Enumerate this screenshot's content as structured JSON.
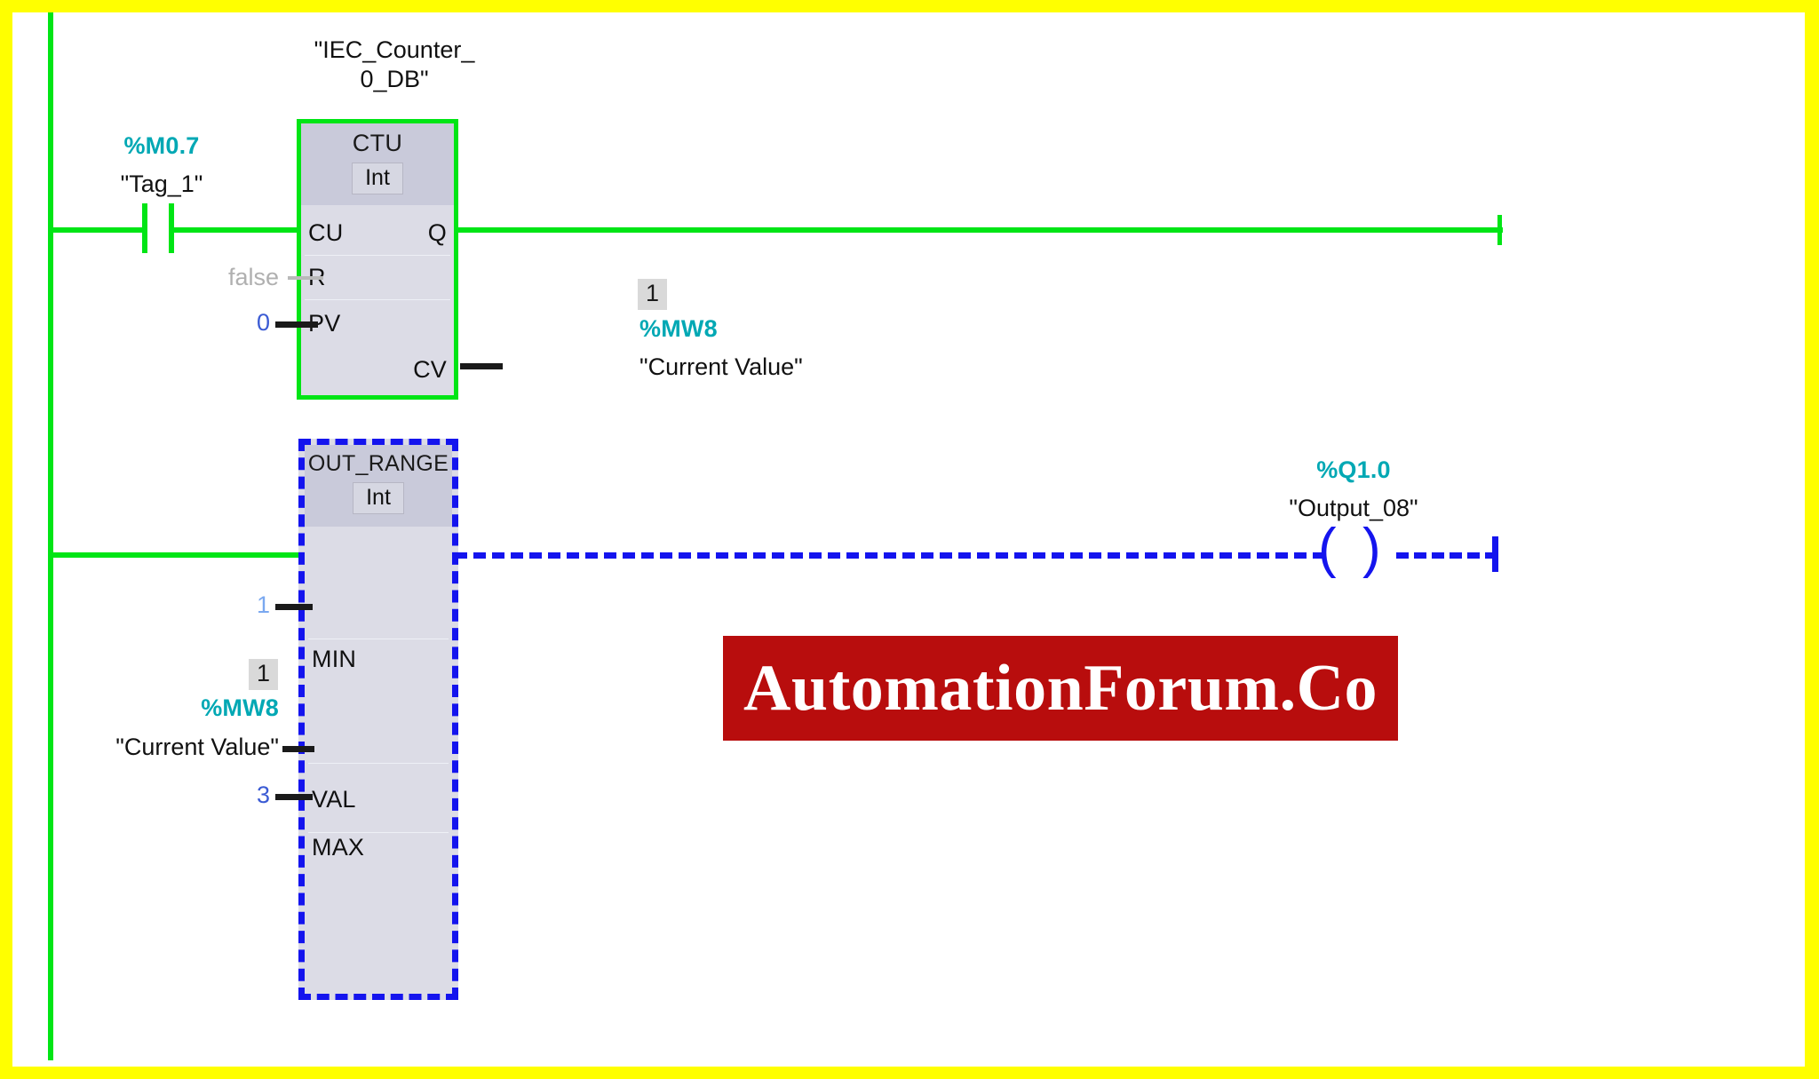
{
  "frame": {
    "border_color": "#ffff00",
    "canvas_bg": "#ffffff"
  },
  "colors": {
    "power_true": "#00e515",
    "power_false": "#1414ee",
    "address_text": "#00a8b4",
    "block_fill": "#dcdce6",
    "block_header": "#c9cada",
    "watermark_bg": "#b80d0d"
  },
  "network": {
    "rung1": {
      "contact": {
        "address": "%M0.7",
        "symbol": "\"Tag_1\"",
        "type": "normally-open"
      },
      "block": {
        "instance_db": "\"IEC_Counter_\n0_DB\"",
        "title": "CTU",
        "data_type": "Int",
        "inputs": [
          {
            "pin": "CU",
            "value": ""
          },
          {
            "pin": "R",
            "value": "false"
          },
          {
            "pin": "PV",
            "value": "0"
          }
        ],
        "outputs": [
          {
            "pin": "Q",
            "value": ""
          },
          {
            "pin": "CV",
            "value": ""
          }
        ]
      },
      "cv_operand": {
        "monitor_value": "1",
        "address": "%MW8",
        "symbol": "\"Current Value\""
      }
    },
    "rung2": {
      "block": {
        "title": "OUT_RANGE",
        "data_type": "Int",
        "inputs": [
          {
            "pin": "MIN",
            "value": "1"
          },
          {
            "pin": "VAL",
            "value": ""
          },
          {
            "pin": "MAX",
            "value": "3"
          }
        ]
      },
      "val_operand": {
        "monitor_value": "1",
        "address": "%MW8",
        "symbol": "\"Current Value\""
      },
      "coil": {
        "address": "%Q1.0",
        "symbol": "\"Output_08\"",
        "type": "output-coil"
      }
    }
  },
  "watermark": {
    "text": "AutomationForum.Co"
  }
}
